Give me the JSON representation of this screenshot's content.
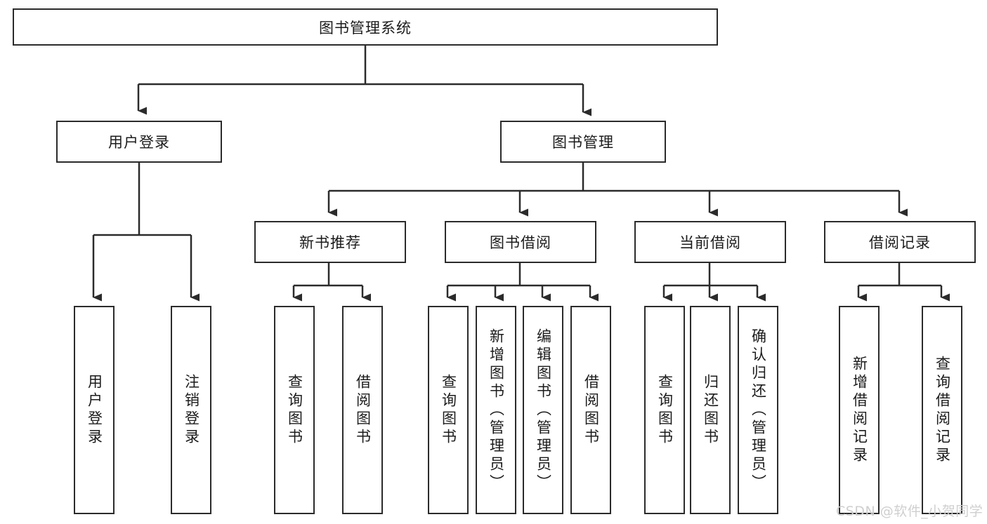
{
  "diagram": {
    "type": "tree-hierarchy-diagram",
    "title": "图书管理系统",
    "levels": {
      "root": {
        "label": "图书管理系统"
      },
      "level2": [
        {
          "label": "用户登录"
        },
        {
          "label": "图书管理"
        }
      ],
      "level3": [
        {
          "label": "新书推荐"
        },
        {
          "label": "图书借阅"
        },
        {
          "label": "当前借阅"
        },
        {
          "label": "借阅记录"
        }
      ],
      "leaves": [
        {
          "label": "用户登录",
          "parent": "用户登录"
        },
        {
          "label": "注销登录",
          "parent": "用户登录"
        },
        {
          "label": "查询图书",
          "parent": "新书推荐"
        },
        {
          "label": "借阅图书",
          "parent": "新书推荐"
        },
        {
          "label": "查询图书",
          "parent": "图书借阅"
        },
        {
          "label": "新增图书（管理员）",
          "parent": "图书借阅"
        },
        {
          "label": "编辑图书（管理员）",
          "parent": "图书借阅"
        },
        {
          "label": "借阅图书",
          "parent": "图书借阅"
        },
        {
          "label": "查询图书",
          "parent": "当前借阅"
        },
        {
          "label": "归还图书",
          "parent": "当前借阅"
        },
        {
          "label": "确认归还（管理员）",
          "parent": "当前借阅"
        },
        {
          "label": "新增借阅记录",
          "parent": "借阅记录"
        },
        {
          "label": "查询借阅记录",
          "parent": "借阅记录"
        }
      ]
    },
    "colors": {
      "stroke": "#2b2b2b",
      "fill": "#ffffff",
      "text": "#1b1b1b",
      "watermark": "#cfcfcf"
    }
  },
  "watermark": {
    "text": "CSDN @软件_小贺同学"
  }
}
